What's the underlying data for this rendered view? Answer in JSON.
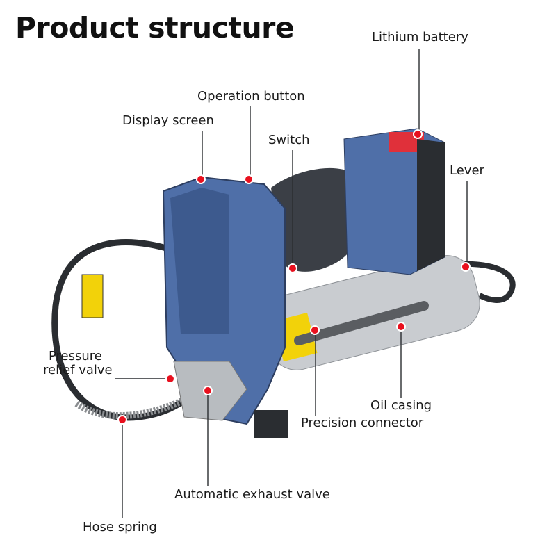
{
  "title": "Product structure",
  "colors": {
    "accent_dot": "#e8101e",
    "body_blue": "#4f6fa8",
    "handle_gray": "#3b3f46",
    "casing_silver": "#c9ccd0",
    "battery_red": "#e0303a"
  },
  "labels": {
    "lithium_battery": "Lithium battery",
    "operation_button": "Operation button",
    "display_screen": "Display screen",
    "switch": "Switch",
    "lever": "Lever",
    "pressure_relief_valve_1": "Pressure",
    "pressure_relief_valve_2": "relief valve",
    "oil_casing": "Oil casing",
    "precision_connector": "Precision connector",
    "automatic_exhaust_valve": "Automatic exhaust valve",
    "hose_spring": "Hose spring"
  }
}
